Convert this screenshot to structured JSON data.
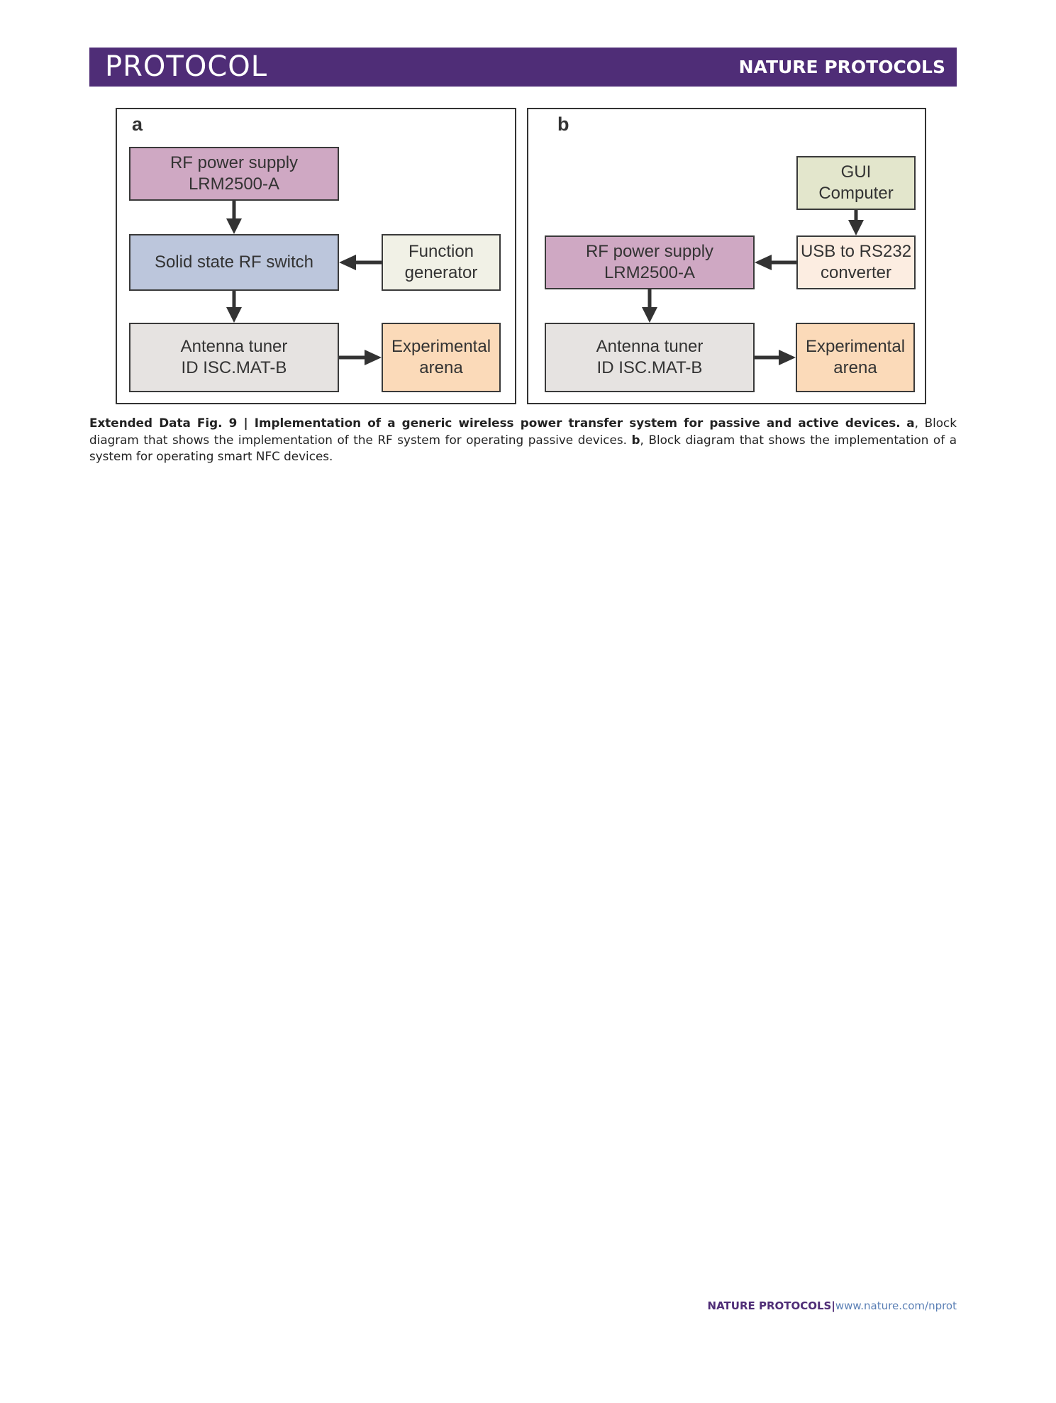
{
  "header": {
    "section": "PROTOCOL",
    "journal": "NATURE PROTOCOLS"
  },
  "figure": {
    "panel_a": {
      "label": "a",
      "rf_power_supply": "RF power supply\nLRM2500-A",
      "rf_switch": "Solid state RF switch",
      "function_generator": "Function\ngenerator",
      "antenna_tuner": "Antenna tuner\nID ISC.MAT-B",
      "experimental_arena": "Experimental\narena"
    },
    "panel_b": {
      "label": "b",
      "gui_computer": "GUI\nComputer",
      "rf_power_supply": "RF power supply\nLRM2500-A",
      "usb_converter": "USB to RS232\nconverter",
      "antenna_tuner": "Antenna tuner\nID ISC.MAT-B",
      "experimental_arena": "Experimental\narena"
    },
    "colors": {
      "rf_power_supply": "#cfa8c3",
      "rf_switch": "#bcc6dc",
      "function_generator": "#f1f1e6",
      "antenna_tuner": "#e6e3e1",
      "experimental_arena": "#fbdab9",
      "gui_computer": "#e3e6cc",
      "usb_converter": "#fcede1",
      "header": "#4f2d77"
    }
  },
  "caption": {
    "fig_label": "Extended Data Fig. 9 | ",
    "title": "Implementation of a generic wireless power transfer system for passive and active devices.",
    "a_label": "a",
    "a_text": ", Block diagram that shows the implementation of the RF system for operating passive devices.",
    "b_label": "b",
    "b_text": ", Block diagram that shows the implementation of a system for operating smart NFC devices."
  },
  "footer": {
    "journal": "NATURE PROTOCOLS",
    "separator": "|",
    "url": "www.nature.com/nprot"
  }
}
